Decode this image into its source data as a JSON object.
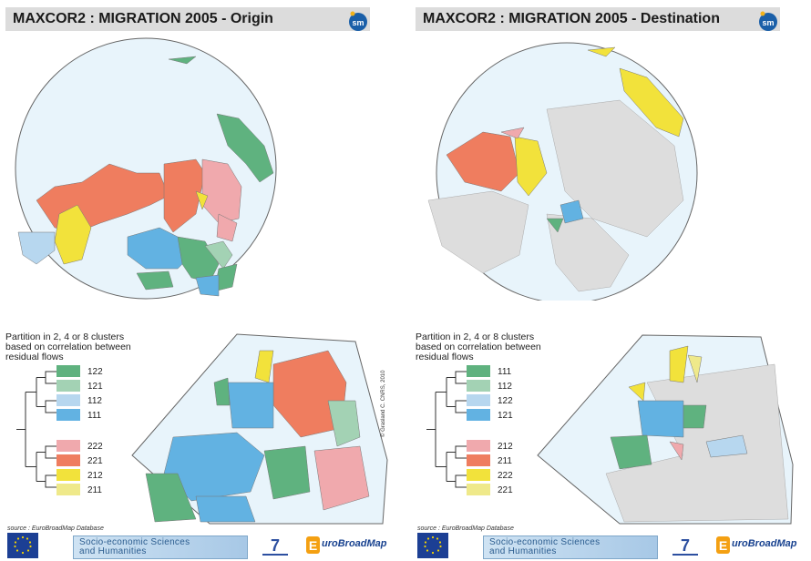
{
  "colors": {
    "c122": "#5fb27f",
    "c121": "#a3d2b4",
    "c112": "#b7d7ef",
    "c111": "#62b2e2",
    "c222": "#f0a9ad",
    "c221": "#ef7d5f",
    "c212": "#f2e23b",
    "c211": "#efe98a",
    "grey": "#dddddd",
    "ocean": "#e8f4fb",
    "land_outline": "#888888"
  },
  "panels": [
    {
      "title": "MAXCOR2 : MIGRATION 2005 - Origin",
      "legend_title": [
        "Partition in 2, 4 or 8 clusters",
        "based on correlation between",
        " residual flows"
      ],
      "legend": [
        {
          "code": "122",
          "color": "#5fb27f"
        },
        {
          "code": "121",
          "color": "#a3d2b4"
        },
        {
          "code": "112",
          "color": "#b7d7ef"
        },
        {
          "code": "111",
          "color": "#62b2e2"
        },
        {
          "code": "222",
          "color": "#f0a9ad"
        },
        {
          "code": "221",
          "color": "#ef7d5f"
        },
        {
          "code": "212",
          "color": "#f2e23b"
        },
        {
          "code": "211",
          "color": "#efe98a"
        }
      ],
      "copyright": "© Grasland C. CNRS, 2010",
      "source": "source : EuroBroadMap Database",
      "footer": {
        "ssh_line1": "Socio-economic Sciences",
        "ssh_line2": "and Humanities",
        "ebm": "uroBroadMap"
      }
    },
    {
      "title": "MAXCOR2 : MIGRATION 2005 - Destination",
      "legend_title": [
        "Partition in 2, 4 or 8 clusters",
        "based on correlation between",
        " residual flows"
      ],
      "legend": [
        {
          "code": "111",
          "color": "#5fb27f"
        },
        {
          "code": "112",
          "color": "#a3d2b4"
        },
        {
          "code": "122",
          "color": "#b7d7ef"
        },
        {
          "code": "121",
          "color": "#62b2e2"
        },
        {
          "code": "212",
          "color": "#f0a9ad"
        },
        {
          "code": "211",
          "color": "#ef7d5f"
        },
        {
          "code": "222",
          "color": "#f2e23b"
        },
        {
          "code": "221",
          "color": "#efe98a"
        }
      ],
      "source": "source : EuroBroadMap Database",
      "footer": {
        "ssh_line1": "Socio-economic Sciences",
        "ssh_line2": "and Humanities",
        "ebm": "uroBroadMap"
      }
    }
  ]
}
